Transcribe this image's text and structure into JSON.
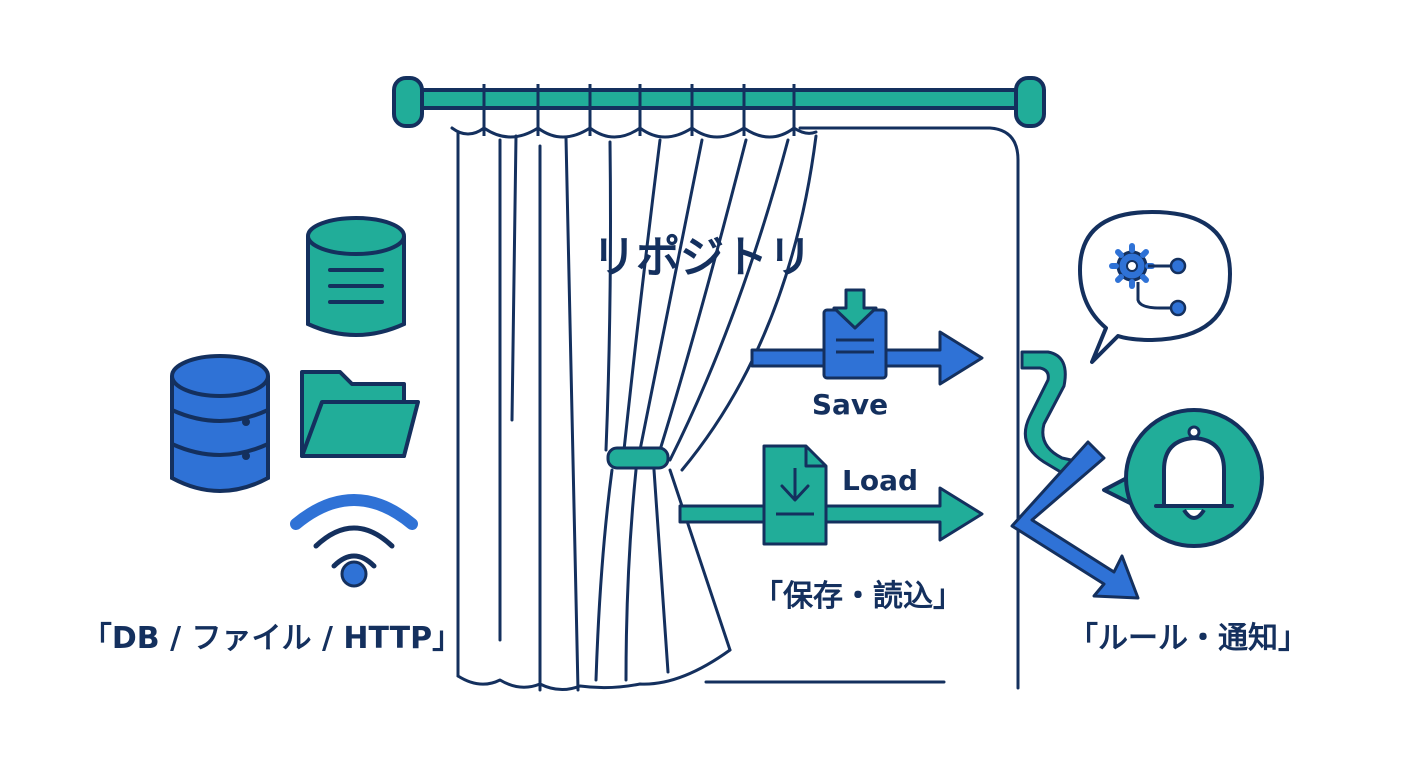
{
  "title": "リポジトリ",
  "arrows": {
    "save": "Save",
    "load": "Load",
    "caption": "「保存・読込」"
  },
  "left_caption": "「DB / ファイル / HTTP」",
  "right_caption": "「ルール・通知」",
  "icons": {
    "left": [
      "database-icon",
      "server-stack-icon",
      "folder-icon",
      "wifi-icon"
    ],
    "middle": [
      "curtain-icon",
      "save-document-icon",
      "load-document-icon"
    ],
    "right": [
      "workflow-gear-icon",
      "bell-icon"
    ]
  },
  "colors": {
    "navy": "#14305e",
    "teal": "#21ad99",
    "blue": "#2f72d6",
    "white": "#ffffff"
  }
}
